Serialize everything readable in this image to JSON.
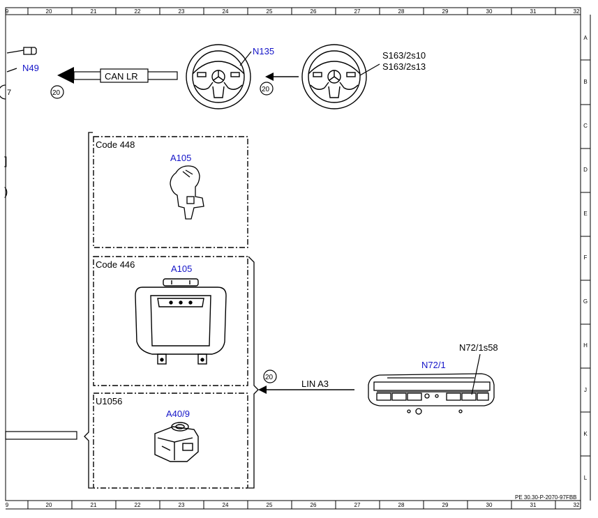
{
  "ruler": {
    "columns": [
      "9",
      "20",
      "21",
      "22",
      "23",
      "24",
      "25",
      "26",
      "27",
      "28",
      "29",
      "30",
      "31",
      "32"
    ],
    "rows": [
      "A",
      "B",
      "C",
      "D",
      "E",
      "F",
      "G",
      "H",
      "J",
      "K",
      "L"
    ]
  },
  "labels": {
    "n49": "N49",
    "can_lr": "CAN LR",
    "n135": "N135",
    "s163_2s10": "S163/2s10",
    "s163_2s13": "S163/2s13",
    "ref_20": "20",
    "ref_7": "7",
    "code_448": "Code 448",
    "code_446": "Code 446",
    "u1056": "U1056",
    "a105": "A105",
    "a40_9": "A40/9",
    "lin_a3": "LIN A3",
    "n72_1": "N72/1",
    "n72_1s58": "N72/1s58",
    "doc_id": "PE 30.30-P-2070-97FBB",
    "edge_bracket": "]",
    "edge_paren": ")"
  },
  "colors": {
    "link_blue": "#1414c8",
    "ink": "#000000"
  }
}
